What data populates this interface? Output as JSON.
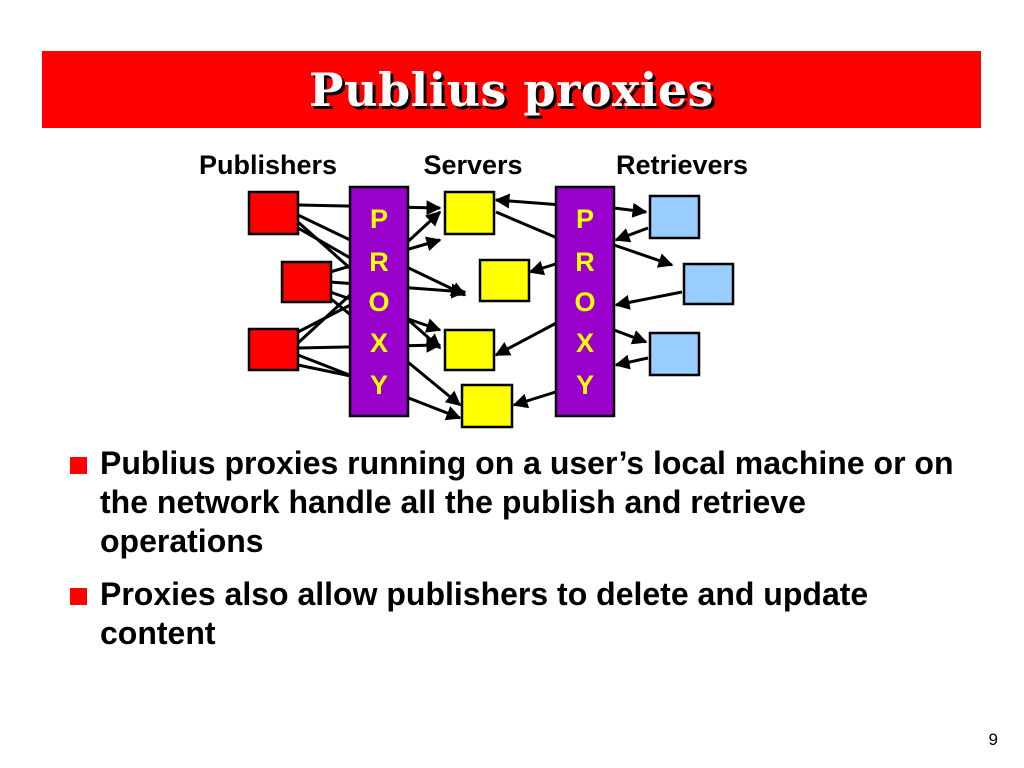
{
  "slide": {
    "title": "Publius proxies",
    "page_number": "9"
  },
  "diagram": {
    "column_labels": {
      "publishers": "Publishers",
      "servers": "Servers",
      "retrievers": "Retrievers"
    },
    "proxy_letters": [
      "P",
      "R",
      "O",
      "X",
      "Y"
    ],
    "colors": {
      "publisher": "#ff0000",
      "server": "#ffff00",
      "retriever": "#99ccff",
      "proxy": "#9900cc",
      "proxy_text": "#ffff00",
      "arrow": "#000000"
    }
  },
  "bullets": [
    "Publius proxies running on a user’s local machine or on the network handle all the publish and retrieve operations",
    "Proxies also allow publishers to delete and update content"
  ]
}
